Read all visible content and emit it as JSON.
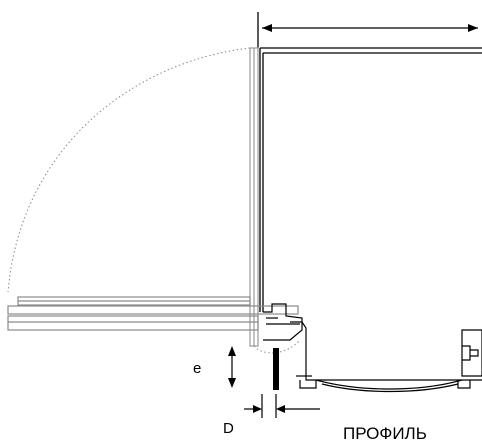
{
  "labels": {
    "clearance": "e",
    "depth": "D",
    "view": "ПРОФИЛЬ"
  },
  "colors": {
    "line": "#000000",
    "door": "#9a9a9a",
    "arc": "#8a8a8a"
  }
}
